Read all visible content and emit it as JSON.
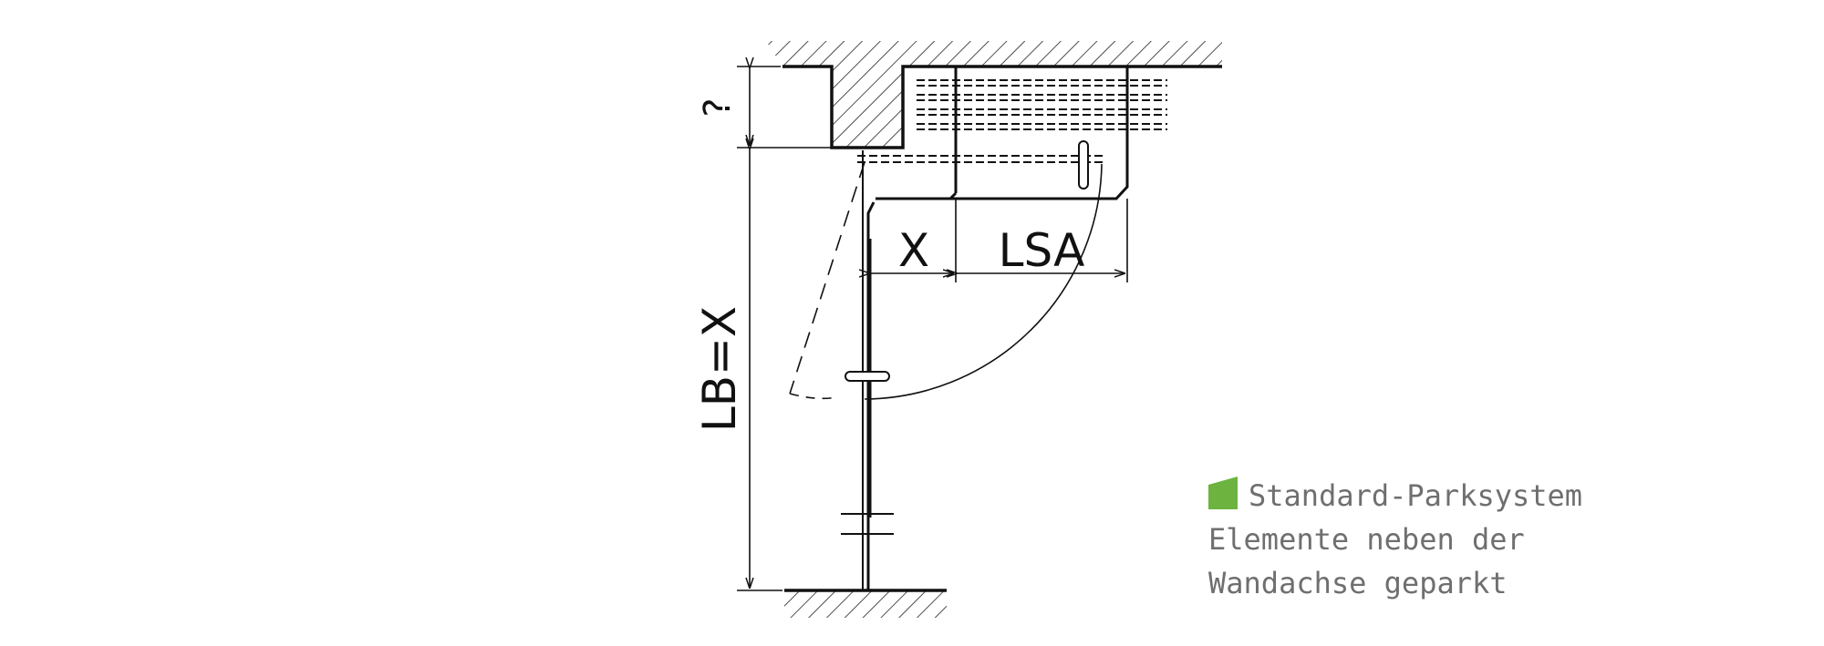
{
  "drawing": {
    "label_q": "?",
    "label_lb": "LB=X",
    "label_x": "X",
    "label_lsa": "LSA"
  },
  "legend": {
    "swatch_color": "#6cb33f",
    "line1": "Standard-Parksystem",
    "line2": "Elemente neben der",
    "line3": "Wandachse geparkt"
  }
}
